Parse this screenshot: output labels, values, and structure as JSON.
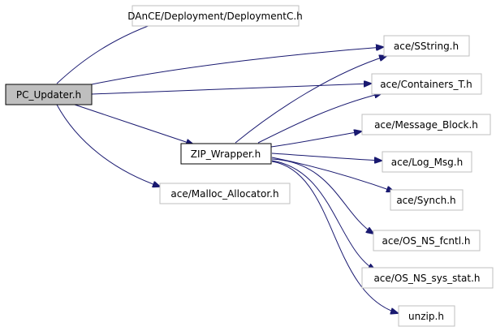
{
  "colors": {
    "edge": "#191970",
    "node_border_main": "#000000",
    "node_border_leaf": "#bfbfbf",
    "node_fill_root": "#bfbfbf",
    "node_fill": "#ffffff"
  },
  "nodes": {
    "pc_updater": "PC_Updater.h",
    "deploymentc": "DAnCE/Deployment/DeploymentC.h",
    "sstring": "ace/SString.h",
    "containers_t": "ace/Containers_T.h",
    "zip_wrapper": "ZIP_Wrapper.h",
    "message_block": "ace/Message_Block.h",
    "log_msg": "ace/Log_Msg.h",
    "malloc_allocator": "ace/Malloc_Allocator.h",
    "synch": "ace/Synch.h",
    "os_ns_fcntl": "ace/OS_NS_fcntl.h",
    "os_ns_sys_stat": "ace/OS_NS_sys_stat.h",
    "unzip": "unzip.h"
  },
  "edges": [
    {
      "from": "pc_updater",
      "to": "deploymentc"
    },
    {
      "from": "pc_updater",
      "to": "sstring"
    },
    {
      "from": "pc_updater",
      "to": "containers_t"
    },
    {
      "from": "pc_updater",
      "to": "zip_wrapper"
    },
    {
      "from": "pc_updater",
      "to": "malloc_allocator"
    },
    {
      "from": "zip_wrapper",
      "to": "sstring"
    },
    {
      "from": "zip_wrapper",
      "to": "containers_t"
    },
    {
      "from": "zip_wrapper",
      "to": "message_block"
    },
    {
      "from": "zip_wrapper",
      "to": "log_msg"
    },
    {
      "from": "zip_wrapper",
      "to": "synch"
    },
    {
      "from": "zip_wrapper",
      "to": "os_ns_fcntl"
    },
    {
      "from": "zip_wrapper",
      "to": "os_ns_sys_stat"
    },
    {
      "from": "zip_wrapper",
      "to": "unzip"
    }
  ]
}
